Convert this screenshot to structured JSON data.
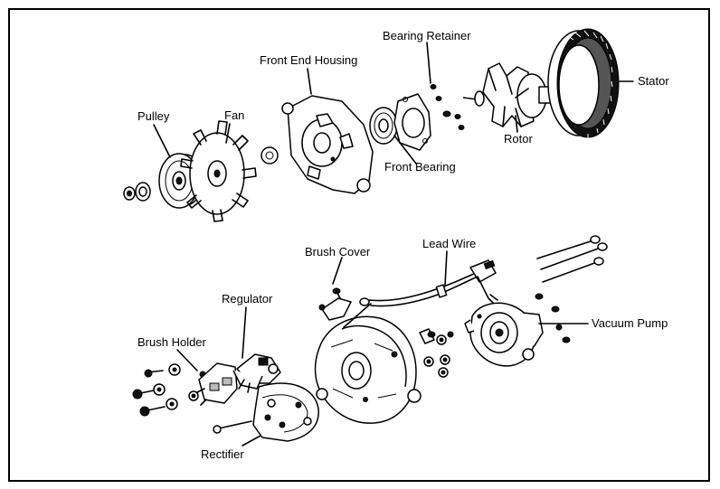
{
  "labels": {
    "pulley": "Pulley",
    "fan": "Fan",
    "front_end_housing": "Front End Housing",
    "bearing_retainer": "Bearing Retainer",
    "front_bearing": "Front Bearing",
    "rotor": "Rotor",
    "stator": "Stator",
    "brush_cover": "Brush Cover",
    "lead_wire": "Lead Wire",
    "regulator": "Regulator",
    "brush_holder": "Brush Holder",
    "vacuum_pump": "Vacuum Pump",
    "rectifier": "Rectifier"
  }
}
